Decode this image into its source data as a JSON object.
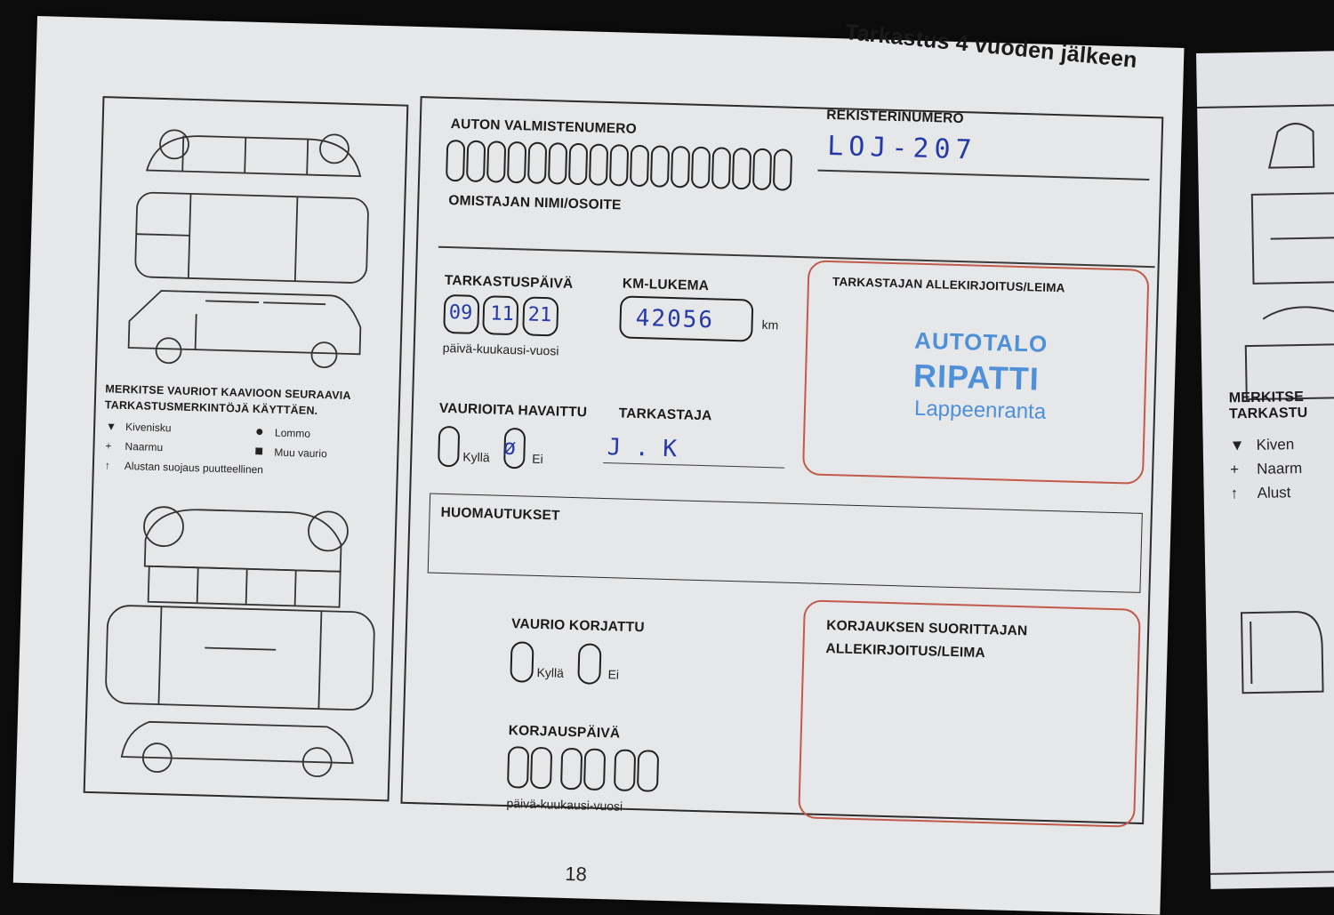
{
  "header": {
    "title": "Tarkastus 4 vuoden jälkeen"
  },
  "diagram": {
    "instructions": "MERKITSE VAURIOT KAAVIOON SEURAAVIA TARKASTUSMERKINTÖJÄ KÄYTTÄEN.",
    "legend": [
      {
        "symbol": "▼",
        "label": "Kivenisku"
      },
      {
        "symbol": "●",
        "label": "Lommo"
      },
      {
        "symbol": "+",
        "label": "Naarmu"
      },
      {
        "symbol": "■",
        "label": "Muu vaurio"
      },
      {
        "symbol": "↑",
        "label": "Alustan suojaus puutteellinen"
      }
    ]
  },
  "form": {
    "vin_label": "AUTON VALMISTENUMERO",
    "registration_label": "REKISTERINUMERO",
    "registration_value": "LOJ-207",
    "owner_label": "OMISTAJAN NIMI/OSOITE",
    "inspection_date_label": "TARKASTUSPÄIVÄ",
    "inspection_date": [
      "09",
      "11",
      "21"
    ],
    "date_format": "päivä-kuukausi-vuosi",
    "odometer_label": "KM-LUKEMA",
    "odometer_value": "42056",
    "odometer_unit": "km",
    "damage_found_label": "VAURIOITA HAVAITTU",
    "yes_label": "Kyllä",
    "no_label": "Ei",
    "damage_found_answer": "Ei",
    "inspector_label": "TARKASTAJA",
    "inspector_value": "J . K",
    "signature_label": "TARKASTAJAN ALLEKIRJOITUS/LEIMA",
    "stamp": {
      "line1": "AUTOTALO",
      "line2": "RIPATTI",
      "line3": "Lappeenranta"
    },
    "remarks_label": "HUOMAUTUKSET",
    "repaired_label": "VAURIO KORJATTU",
    "repair_date_label": "KORJAUSPÄIVÄ",
    "repair_signature_label": "KORJAUKSEN SUORITTAJAN ALLEKIRJOITUS/LEIMA"
  },
  "next_page": {
    "instructions": "MERKITSE TARKASTU",
    "legend": [
      {
        "symbol": "▼",
        "label": "Kiven"
      },
      {
        "symbol": "+",
        "label": "Naarm"
      },
      {
        "symbol": "↑",
        "label": "Alust"
      }
    ]
  },
  "footer": {
    "page_number": "18"
  },
  "colors": {
    "paper": "#e6e7e9",
    "ink_blue": "#2639a8",
    "stamp_blue": "#4f90d8",
    "frame_red": "#c25a4a"
  }
}
